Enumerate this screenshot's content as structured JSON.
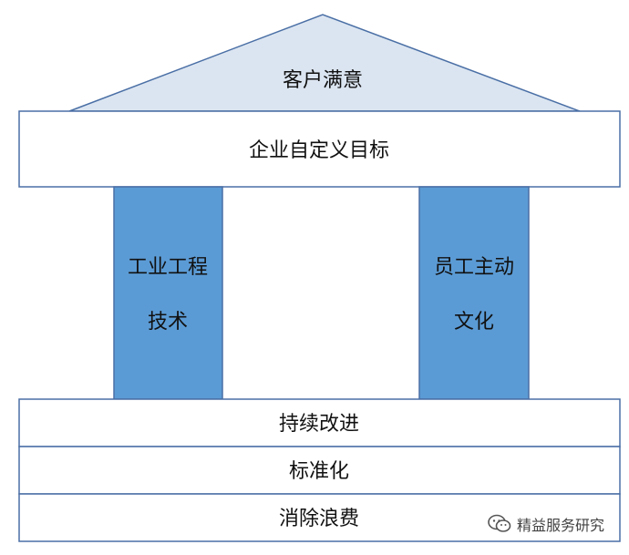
{
  "roof": {
    "label": "客户满意"
  },
  "beam": {
    "label": "企业自定义目标"
  },
  "pillars": [
    {
      "lines": [
        "工业工程",
        "技术"
      ]
    },
    {
      "lines": [
        "员工主动",
        "文化"
      ]
    }
  ],
  "foundation": [
    {
      "label": "持续改进"
    },
    {
      "label": "标准化"
    },
    {
      "label": "消除浪费"
    }
  ],
  "watermark": {
    "text": "精益服务研究",
    "icon": "wechat-icon"
  },
  "colors": {
    "roof_fill": "#dbe5f1",
    "pillar_fill": "#5b9bd5",
    "stroke": "#4a6fa5",
    "text": "#111111"
  }
}
